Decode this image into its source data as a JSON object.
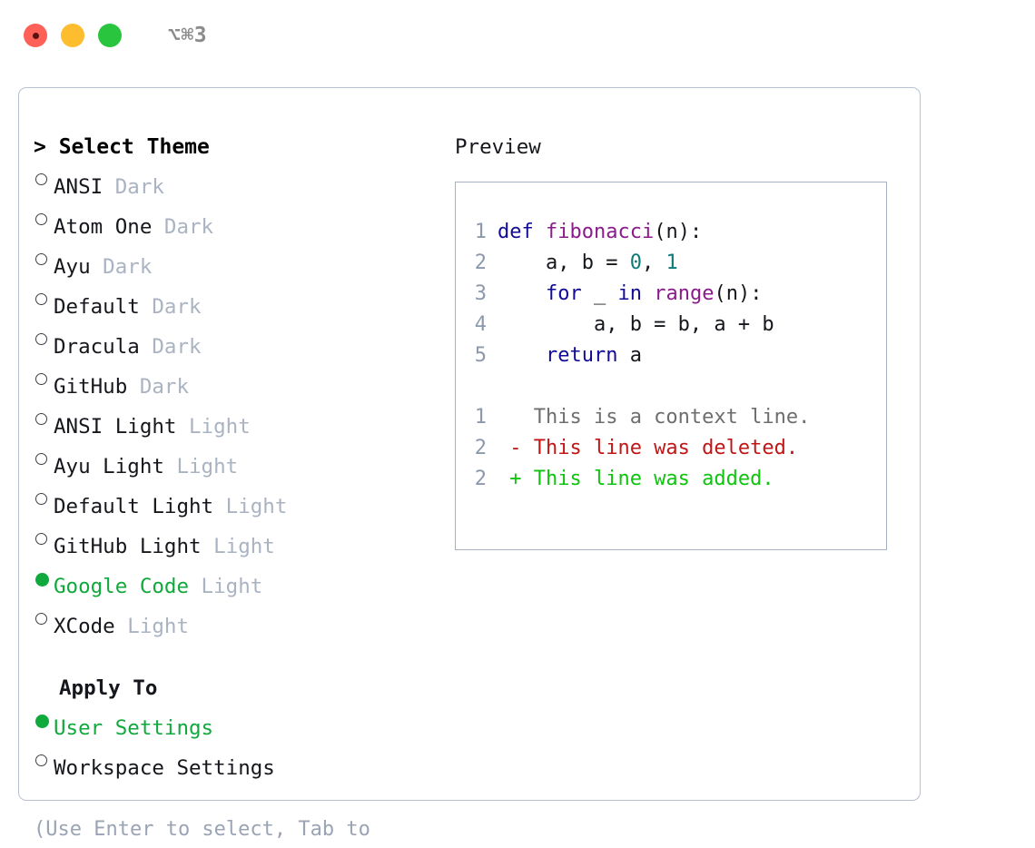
{
  "titlebar": {
    "buttons": [
      "close",
      "minimize",
      "maximize"
    ],
    "shortcut": "⌥⌘3"
  },
  "left": {
    "header": "> Select Theme",
    "themes": [
      {
        "marker": "○",
        "name": "ANSI",
        "tag": " Dark",
        "selected": false
      },
      {
        "marker": "○",
        "name": "Atom One",
        "tag": " Dark",
        "selected": false
      },
      {
        "marker": "○",
        "name": "Ayu",
        "tag": " Dark",
        "selected": false
      },
      {
        "marker": "○",
        "name": "Default",
        "tag": " Dark",
        "selected": false
      },
      {
        "marker": "○",
        "name": "Dracula",
        "tag": " Dark",
        "selected": false
      },
      {
        "marker": "○",
        "name": "GitHub",
        "tag": " Dark",
        "selected": false
      },
      {
        "marker": "○",
        "name": "ANSI Light",
        "tag": " Light",
        "selected": false
      },
      {
        "marker": "○",
        "name": "Ayu Light",
        "tag": " Light",
        "selected": false
      },
      {
        "marker": "○",
        "name": "Default Light",
        "tag": " Light",
        "selected": false
      },
      {
        "marker": "○",
        "name": "GitHub Light",
        "tag": " Light",
        "selected": false
      },
      {
        "marker": "●",
        "name": "Google Code",
        "tag": " Light",
        "selected": true
      },
      {
        "marker": "○",
        "name": "XCode",
        "tag": " Light",
        "selected": false
      }
    ],
    "apply_to_header": "Apply To",
    "apply_to": [
      {
        "marker": "●",
        "name": "User Settings",
        "tag": "",
        "selected": true
      },
      {
        "marker": "○",
        "name": "Workspace Settings",
        "tag": "",
        "selected": false
      }
    ],
    "hint": "(Use Enter to select, Tab to change focus)"
  },
  "right": {
    "title": "Preview",
    "code_lines": [
      {
        "no": "1",
        "tokens": [
          {
            "t": "def ",
            "c": "kw"
          },
          {
            "t": "fibonacci",
            "c": "fn"
          },
          {
            "t": "(n):",
            "c": "pl"
          }
        ]
      },
      {
        "no": "2",
        "tokens": [
          {
            "t": "    a, b = ",
            "c": "pl"
          },
          {
            "t": "0",
            "c": "num"
          },
          {
            "t": ", ",
            "c": "pl"
          },
          {
            "t": "1",
            "c": "num"
          }
        ]
      },
      {
        "no": "3",
        "tokens": [
          {
            "t": "    for ",
            "c": "kw"
          },
          {
            "t": "_ ",
            "c": "pl"
          },
          {
            "t": "in ",
            "c": "kw"
          },
          {
            "t": "range",
            "c": "fn"
          },
          {
            "t": "(n):",
            "c": "pl"
          }
        ]
      },
      {
        "no": "4",
        "tokens": [
          {
            "t": "        a, b = b, a + b",
            "c": "pl"
          }
        ]
      },
      {
        "no": "5",
        "tokens": [
          {
            "t": "    return ",
            "c": "kw"
          },
          {
            "t": "a",
            "c": "pl"
          }
        ]
      }
    ],
    "diff_lines": [
      {
        "no": "1",
        "tokens": [
          {
            "t": "   This is a context line.",
            "c": "ctx"
          }
        ]
      },
      {
        "no": "2",
        "tokens": [
          {
            "t": " - This line was deleted.",
            "c": "del"
          }
        ]
      },
      {
        "no": "2",
        "tokens": [
          {
            "t": " + This line was added.",
            "c": "add"
          }
        ]
      }
    ]
  },
  "colors": {
    "selected_green": "#0fa93c",
    "tag_gray": "#aab3c2",
    "hint_gray": "#9aa4b4",
    "keyword_blue": "#120b96",
    "function_purple": "#8b1a8b",
    "number_teal": "#0d7a7a",
    "diff_add": "#0ec40e",
    "diff_del": "#c21616",
    "lineno_gray": "#8c99ad",
    "panel_border": "#b9c2d0",
    "code_border": "#a7b1c1",
    "dot_red": "#ff6058",
    "dot_yellow": "#fdbd2e",
    "dot_green": "#2ac53e"
  }
}
